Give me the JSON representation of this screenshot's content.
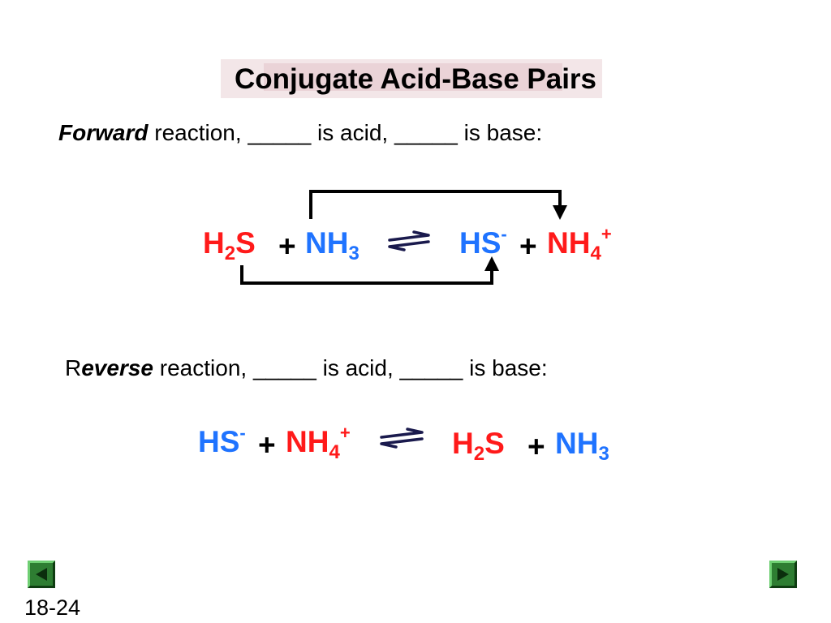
{
  "title": "Conjugate Acid-Base Pairs",
  "forward": {
    "lead": "Forward",
    "rest": " reaction, _____ is acid, _____ is base:"
  },
  "reverse": {
    "lead_r": "R",
    "lead": "everse",
    "rest": " reaction, _____ is acid, _____ is base:"
  },
  "eq1": {
    "a1": "H",
    "a1sub": "2",
    "a2": "S",
    "plus1": "+",
    "b1": "NH",
    "b1sub": "3",
    "c1": "HS",
    "c1sup": "-",
    "plus2": "+",
    "d1": "NH",
    "d1sub": "4",
    "d1sup": "+"
  },
  "eq2": {
    "a1": "HS",
    "a1sup": "-",
    "plus1": "+",
    "b1": "NH",
    "b1sub": "4",
    "b1sup": "+",
    "c1": "H",
    "c1sub": "2",
    "c2": "S",
    "plus2": "+",
    "d1": "NH",
    "d1sub": "3"
  },
  "colors": {
    "acid": "#ff1a1a",
    "base": "#1f73ff",
    "nav": "#2e7d32"
  },
  "nav": {
    "prev_icon": "triangle-left-icon",
    "next_icon": "triangle-right-icon"
  },
  "slide_number": "18-24"
}
